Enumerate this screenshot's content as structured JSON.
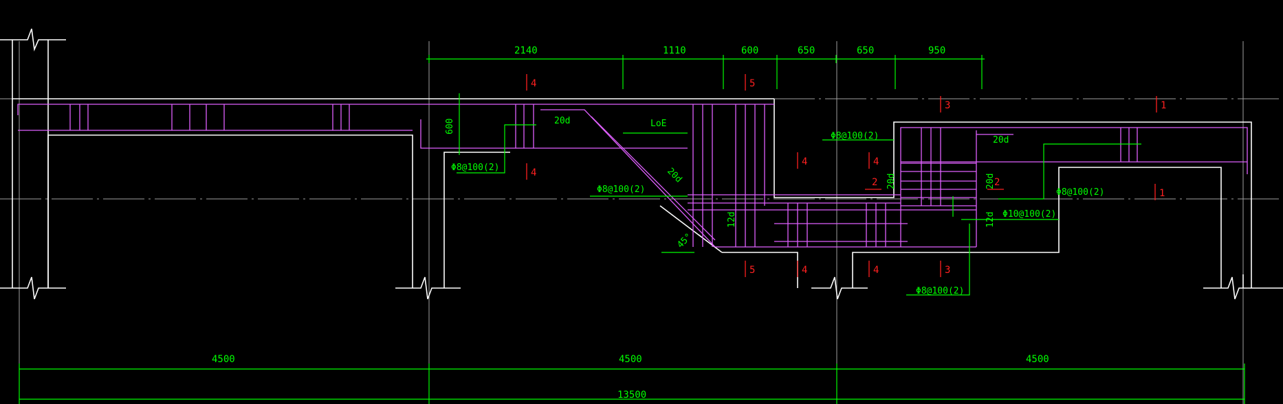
{
  "colors": {
    "background": "#000000",
    "concrete_outline": "#ffffff",
    "rebar": "#e060ff",
    "dimension": "#00ff00",
    "section_mark": "#ff2020",
    "centerline": "#a0a0a0"
  },
  "top_dimensions": [
    "2140",
    "1110",
    "600",
    "650",
    "650",
    "950"
  ],
  "bottom_dimensions": {
    "spans": [
      "4500",
      "4500",
      "4500"
    ],
    "total": "13500"
  },
  "annotations": {
    "height_600": "600",
    "anchor_20d_a": "20d",
    "loe": "LoE",
    "anchor_20d_slope": "20d",
    "angle": "45°",
    "stirrup_left": "Φ8@100(2)",
    "stirrup_mid": "Φ8@100(2)",
    "stirrup_step_top": "Φ8@100(2)",
    "anchor_20d_right": "20d",
    "anchor_20d_vert_a": "20d",
    "anchor_20d_vert_b": "20d",
    "anchor_12d_a": "12d",
    "anchor_12d_b": "12d",
    "stirrup_right": "Φ8@100(2)",
    "stirrup_10": "Φ10@100(2)",
    "stirrup_bottom": "Φ8@100(2)"
  },
  "section_marks": {
    "s4_top": "4",
    "s5_top": "5",
    "s3_top": "3",
    "s1_top": "1",
    "s4_left": "4",
    "s4_mid": "4",
    "s4_right": "4",
    "s2_a": "2",
    "s2_b": "2",
    "s1_right": "1",
    "s5_bot": "5",
    "s4_bot_a": "4",
    "s4_bot_b": "4",
    "s3_bot": "3"
  }
}
